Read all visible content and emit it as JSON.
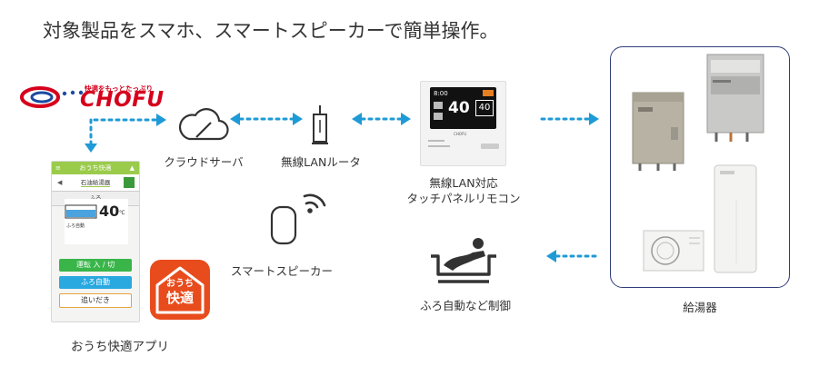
{
  "title": "対象製品をスマホ、スマートスピーカーで簡単操作。",
  "logo": {
    "tagline": "快適をもっとたっぷり",
    "brand": "CHOFU"
  },
  "labels": {
    "cloud": "クラウドサーバ",
    "router": "無線LANルータ",
    "remote_line1": "無線LAN対応",
    "remote_line2": "タッチパネルリモコン",
    "speaker": "スマートスピーカー",
    "bath": "ふろ自動など制御",
    "heater": "給湯器",
    "app": "おうち快適アプリ"
  },
  "phone": {
    "header": "おうち快適",
    "nav": "石油給湯器",
    "section": "ふろ",
    "temp": "40",
    "unit": "℃",
    "status": "ふろ自動",
    "btn_run": "運転 入 / 切",
    "btn_auto": "ふろ自動",
    "btn_reheat": "追いだき"
  },
  "app_icon": {
    "line1": "おうち",
    "line2": "快適"
  },
  "remote": {
    "time": "8:00",
    "temp_main": "40",
    "temp_sub": "40",
    "brand": "CHOFU"
  },
  "colors": {
    "accent_blue": "#1e9ad6",
    "brand_red": "#d6001c",
    "app_orange": "#e84c1d",
    "frame_navy": "#2f3e7a",
    "phone_green": "#9acb4b"
  }
}
